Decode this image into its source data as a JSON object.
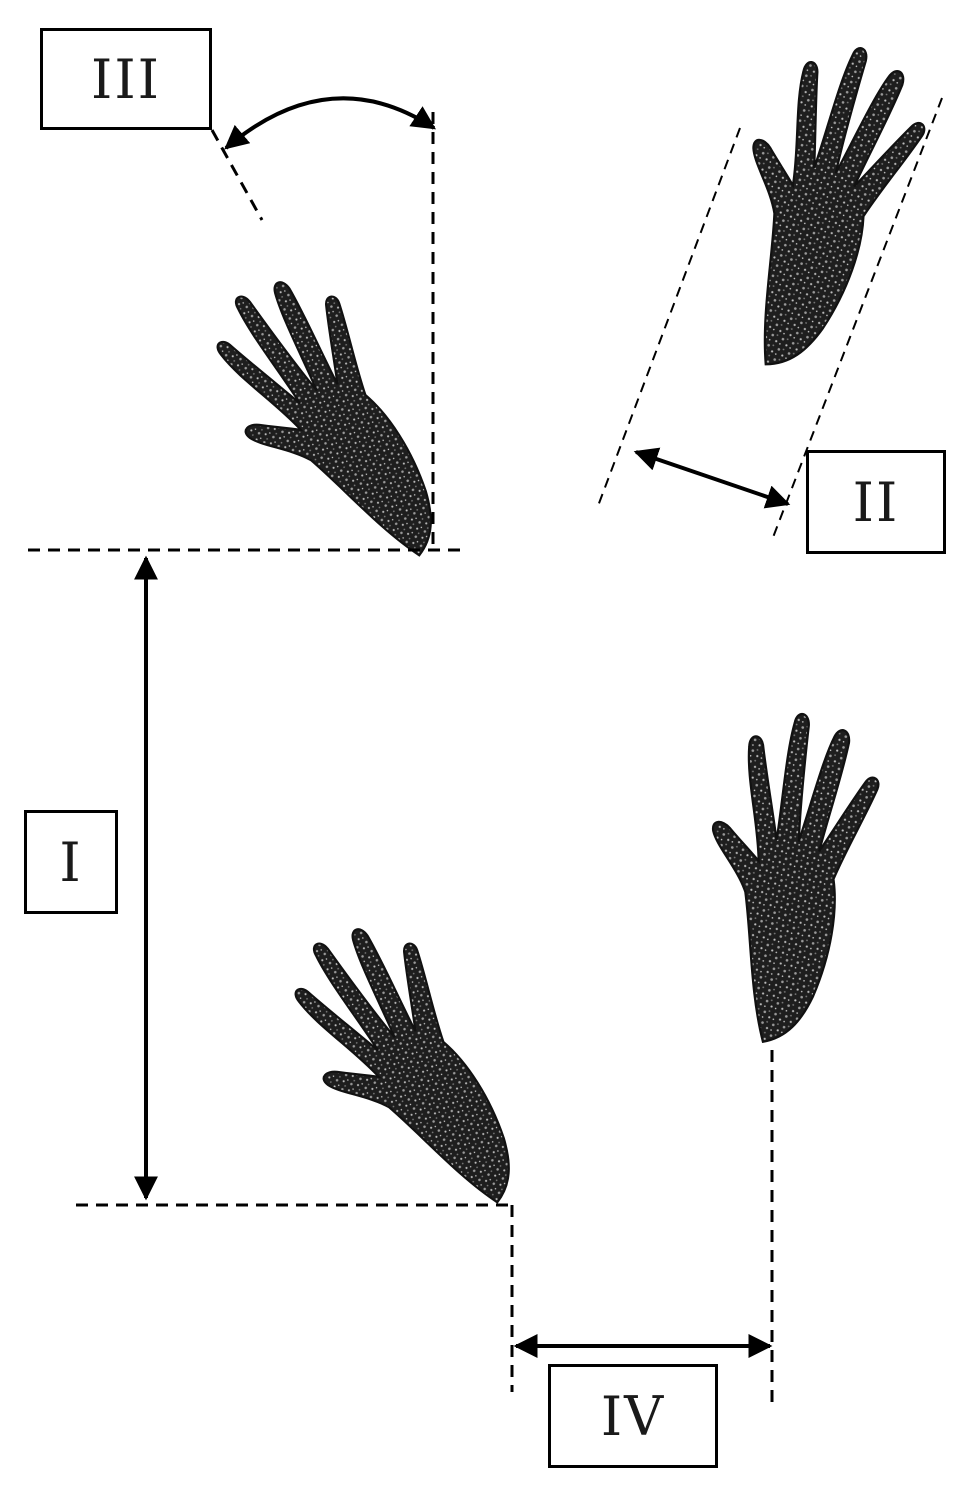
{
  "labels": {
    "I": "I",
    "II": "II",
    "III": "III",
    "IV": "IV"
  },
  "colors": {
    "ink": "#000000",
    "print_fill": "#222222",
    "background": "#ffffff"
  },
  "icons": {
    "print": "hand-print-icon"
  }
}
